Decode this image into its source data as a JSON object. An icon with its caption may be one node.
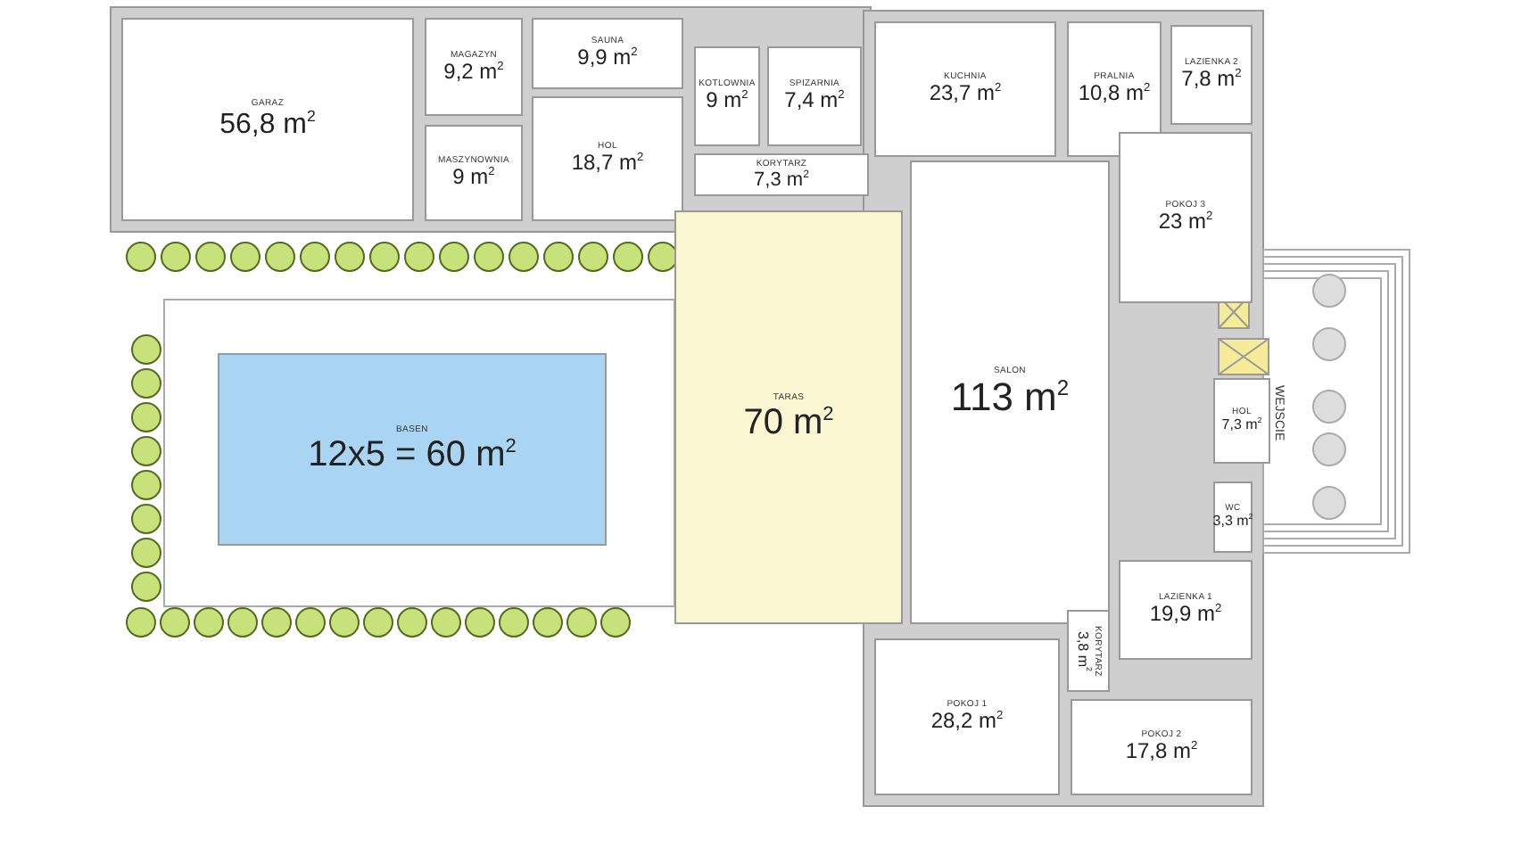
{
  "diagram": {
    "nodes": [
      {
        "text": [
          "GARAZ",
          "56,8 m$^{2}$"
        ]
      },
      {
        "text": [
          "MAGAZYN",
          "9,2 m$^{2}$"
        ]
      },
      {
        "text": [
          "MASZYNOWNIA",
          "9 m$^{2}$"
        ]
      },
      {
        "text": [
          "SAUNA",
          "9,9 m$^{2}$"
        ]
      },
      {
        "text": [
          "HOL",
          "18,7 m$^{2}$"
        ]
      },
      {
        "text": [
          "KOTLOWNIA",
          "9 m$^{2}$"
        ]
      },
      {
        "text": [
          "SPIZARNIA",
          "7,4 m$^{2}$"
        ]
      },
      {
        "text": [
          "KORYTARZ",
          "7,3 m$^{2}$"
        ]
      },
      {
        "text": [
          "KUCHNIA",
          "23,7 m$^{2}$"
        ]
      },
      {
        "text": [
          "PRALNIA",
          "10,8 m$^{2}$"
        ]
      },
      {
        "text": [
          "LAZIENKA 2",
          "7,8 m$^{2}$"
        ]
      },
      {
        "text": [
          "POKOJ 3",
          "23 m$^{2}$"
        ]
      },
      {
        "text": [
          "TARAS",
          "70 m$^{2}$"
        ]
      },
      {
        "text": [
          "BASEN",
          "12x5 = 60 m$^{2}$"
        ]
      },
      {
        "text": [
          "SALON",
          "113 m$^{2}$"
        ]
      },
      {
        "text": [
          "HOL",
          "7,3 m$^{2}$"
        ]
      },
      {
        "text": [
          "WC",
          "3,3 m$^{2}$"
        ]
      },
      {
        "text": [
          "LAZIENKA 1",
          "19,9 m$^{2}$"
        ]
      },
      {
        "text": [
          "KORYTARZ",
          "3,8 m$^{2}$"
        ]
      },
      {
        "text": [
          "POKOJ 1",
          "28,2 m$^{2}$"
        ]
      },
      {
        "text": [
          "POKOJ 2",
          "17,8 m$^{2}$"
        ]
      }
    ],
    "labels": [
      "WEJSCIE"
    ]
  }
}
